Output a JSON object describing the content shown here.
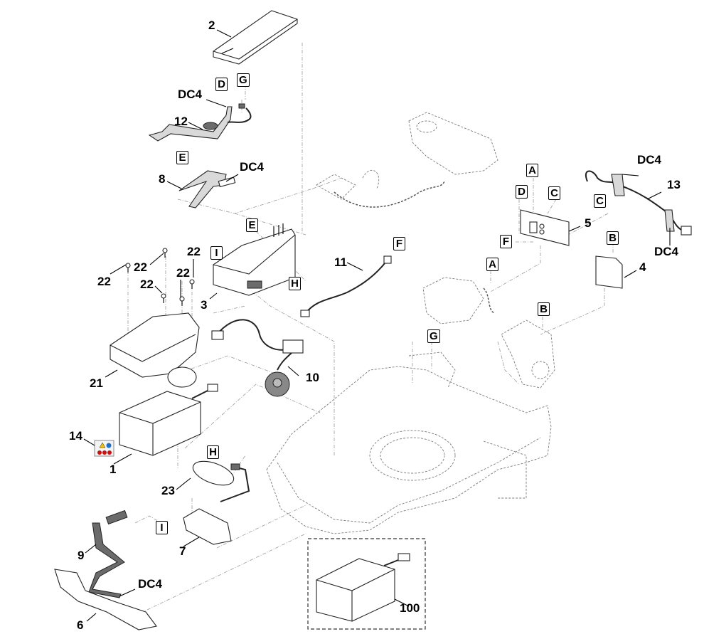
{
  "diagram": {
    "type": "exploded-parts-diagram",
    "part_numbers": [
      {
        "id": "p2",
        "label": "2"
      },
      {
        "id": "p12",
        "label": "12"
      },
      {
        "id": "p8",
        "label": "8"
      },
      {
        "id": "p3",
        "label": "3"
      },
      {
        "id": "p22a",
        "label": "22"
      },
      {
        "id": "p22b",
        "label": "22"
      },
      {
        "id": "p22c",
        "label": "22"
      },
      {
        "id": "p22d",
        "label": "22"
      },
      {
        "id": "p22e",
        "label": "22"
      },
      {
        "id": "p21",
        "label": "21"
      },
      {
        "id": "p10",
        "label": "10"
      },
      {
        "id": "p11",
        "label": "11"
      },
      {
        "id": "p5",
        "label": "5"
      },
      {
        "id": "p13",
        "label": "13"
      },
      {
        "id": "p4",
        "label": "4"
      },
      {
        "id": "p14",
        "label": "14"
      },
      {
        "id": "p1",
        "label": "1"
      },
      {
        "id": "p23",
        "label": "23"
      },
      {
        "id": "p7",
        "label": "7"
      },
      {
        "id": "p9",
        "label": "9"
      },
      {
        "id": "p6",
        "label": "6"
      },
      {
        "id": "p100",
        "label": "100"
      }
    ],
    "connector_labels": [
      {
        "id": "dc4_12",
        "label": "DC4"
      },
      {
        "id": "dc4_8",
        "label": "DC4"
      },
      {
        "id": "dc4_13a",
        "label": "DC4"
      },
      {
        "id": "dc4_13b",
        "label": "DC4"
      },
      {
        "id": "dc4_9",
        "label": "DC4"
      }
    ],
    "reference_markers": [
      {
        "id": "D_top",
        "label": "D"
      },
      {
        "id": "G_top",
        "label": "G"
      },
      {
        "id": "E_top",
        "label": "E"
      },
      {
        "id": "E_mid",
        "label": "E"
      },
      {
        "id": "I_mid",
        "label": "I"
      },
      {
        "id": "H_mid",
        "label": "H"
      },
      {
        "id": "F_11",
        "label": "F"
      },
      {
        "id": "A_5",
        "label": "A"
      },
      {
        "id": "D_5",
        "label": "D"
      },
      {
        "id": "C_5",
        "label": "C"
      },
      {
        "id": "F_5",
        "label": "F"
      },
      {
        "id": "C_13",
        "label": "C"
      },
      {
        "id": "B_4",
        "label": "B"
      },
      {
        "id": "A_motor",
        "label": "A"
      },
      {
        "id": "B_motor",
        "label": "B"
      },
      {
        "id": "G_chassis",
        "label": "G"
      },
      {
        "id": "H_23",
        "label": "H"
      },
      {
        "id": "I_9",
        "label": "I"
      }
    ]
  }
}
